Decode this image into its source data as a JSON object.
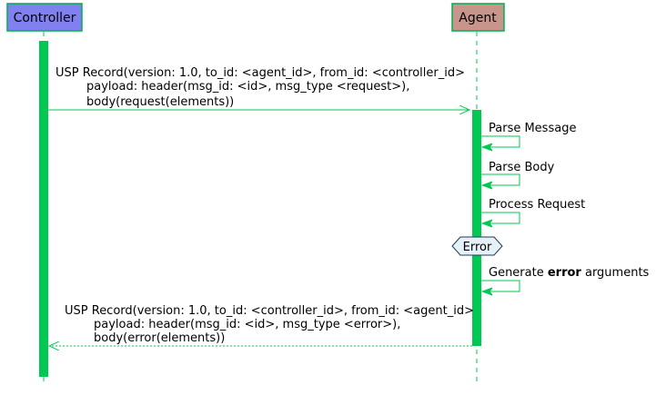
{
  "participants": {
    "controller": "Controller",
    "agent": "Agent"
  },
  "messages": {
    "request": {
      "line1": "USP Record(version: 1.0, to_id: <agent_id>, from_id: <controller_id>",
      "line2": "payload: header(msg_id: <id>, msg_type <request>),",
      "line3": "body(request(elements))"
    },
    "self": [
      "Parse Message",
      "Parse Body",
      "Process Request"
    ],
    "condition": "Error",
    "generate": {
      "prefix": "Generate ",
      "bold": "error",
      "suffix": " arguments"
    },
    "response": {
      "line1": "USP Record(version: 1.0, to_id: <controller_id>, from_id: <agent_id>",
      "line2": "payload: header(msg_id: <id>, msg_type <error>),",
      "line3": "body(error(elements))"
    }
  },
  "colors": {
    "controller_box": "#8080f0",
    "agent_box": "#c8958a",
    "box_border": "#00b050",
    "lifeline": "#00c853",
    "activation": "#00c853",
    "arrow": "#00c853",
    "hexagon_fill": "#e5f0f7",
    "hexagon_stroke": "#1f3b57"
  }
}
